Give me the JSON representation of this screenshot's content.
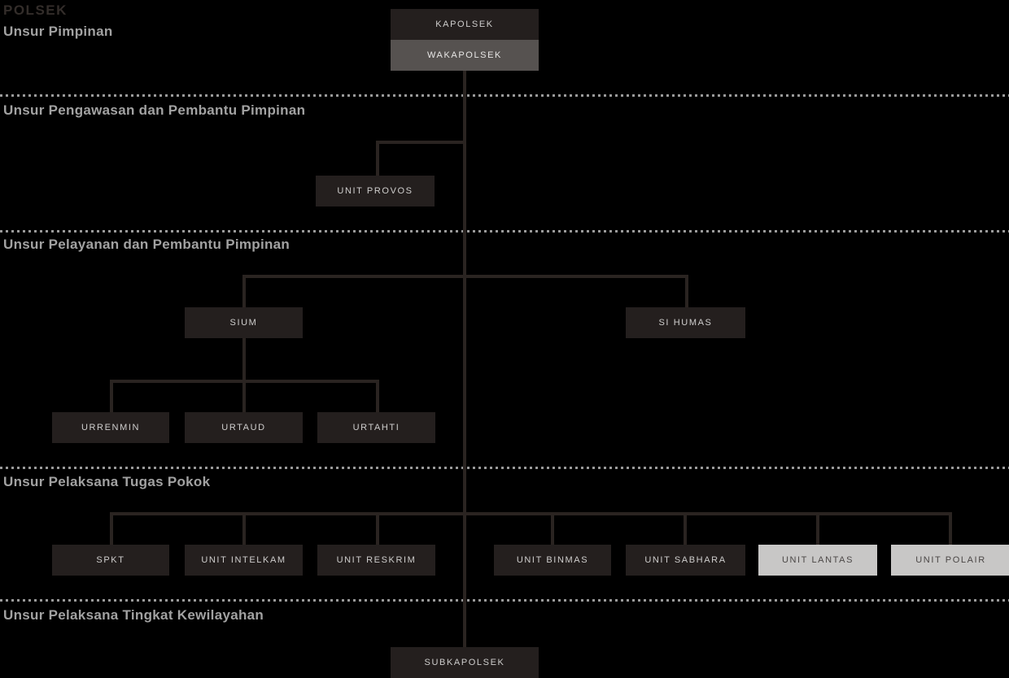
{
  "page": {
    "title": "POLSEK"
  },
  "sections": {
    "pimpinan": {
      "label": "Unsur Pimpinan"
    },
    "pengawasan": {
      "label": "Unsur Pengawasan dan Pembantu Pimpinan"
    },
    "pelayanan": {
      "label": "Unsur Pelayanan dan Pembantu Pimpinan"
    },
    "pelaksana_pokok": {
      "label": "Unsur Pelaksana Tugas Pokok"
    },
    "pelaksana_kewilayahan": {
      "label": "Unsur Pelaksana Tingkat Kewilayahan"
    }
  },
  "nodes": {
    "kapolsek": {
      "label": "KAPOLSEK",
      "variant": "dark"
    },
    "wakapolsek": {
      "label": "WAKAPOLSEK",
      "variant": "gray"
    },
    "unit_provos": {
      "label": "UNIT PROVOS",
      "variant": "dark"
    },
    "sium": {
      "label": "SIUM",
      "variant": "dark"
    },
    "si_humas": {
      "label": "SI HUMAS",
      "variant": "dark"
    },
    "urrenmin": {
      "label": "URRENMIN",
      "variant": "dark"
    },
    "urtaud": {
      "label": "URTAUD",
      "variant": "dark"
    },
    "urtahti": {
      "label": "URTAHTI",
      "variant": "dark"
    },
    "spkt": {
      "label": "SPKT",
      "variant": "dark"
    },
    "unit_intelkam": {
      "label": "UNIT INTELKAM",
      "variant": "dark"
    },
    "unit_reskrim": {
      "label": "UNIT RESKRIM",
      "variant": "dark"
    },
    "unit_binmas": {
      "label": "UNIT BINMAS",
      "variant": "dark"
    },
    "unit_sabhara": {
      "label": "UNIT SABHARA",
      "variant": "dark"
    },
    "unit_lantas": {
      "label": "UNIT LANTAS",
      "variant": "light"
    },
    "unit_polair": {
      "label": "UNIT POLAIR",
      "variant": "light"
    },
    "subkapolsek": {
      "label": "SUBKAPOLSEK",
      "variant": "dark"
    }
  },
  "colors": {
    "background": "#000000",
    "node_dark": "#241f1e",
    "node_gray": "#565250",
    "node_light": "#c8c7c6",
    "node_text_on_dark": "#cfcecd",
    "node_text_on_gray": "#e8e7e6",
    "node_text_on_light": "#4b4746",
    "connector": "#2a2421",
    "divider_dots": "#9a9a9a",
    "section_label": "#a2a2a2",
    "title_text": "#332d2a"
  }
}
